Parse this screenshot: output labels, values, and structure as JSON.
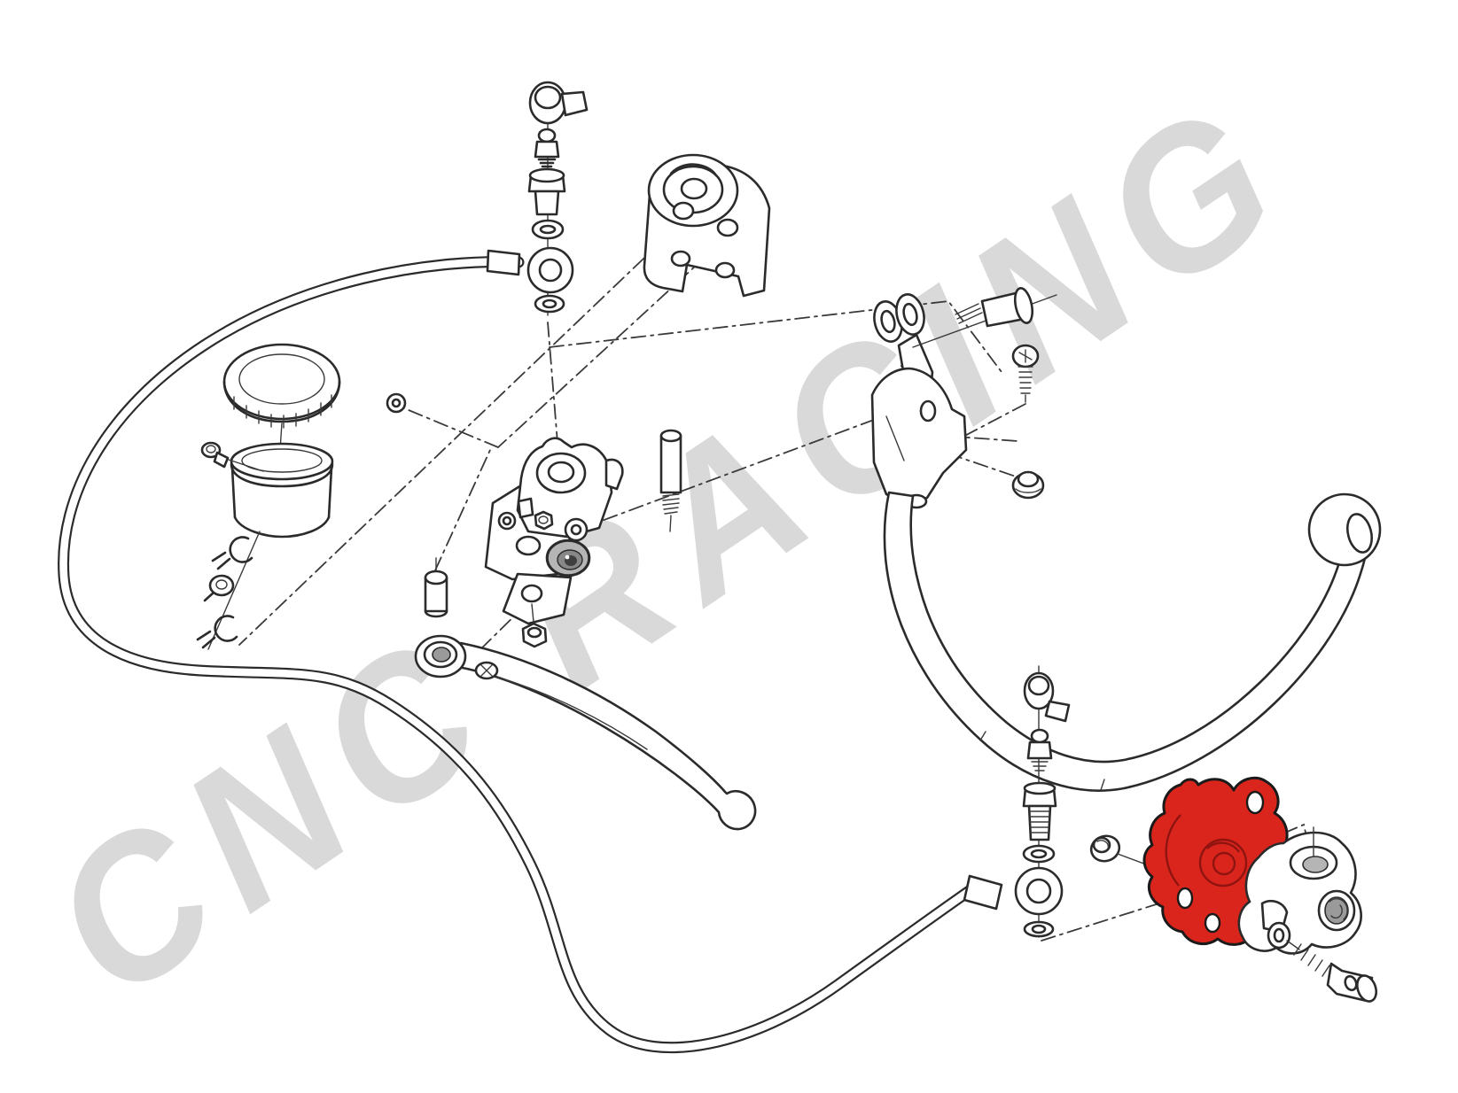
{
  "canvas": {
    "background": "#ffffff",
    "line_color": "#2b2b2b"
  },
  "watermark": {
    "text": "CNC RACING",
    "color": "#d9d9d9",
    "angle_deg": -34
  },
  "highlight": {
    "color": "#da251d",
    "shadow_color": "#8f1410"
  },
  "diagram": {
    "type": "exploded-parts-diagram",
    "subject": "clutch master cylinder, hose and slave cylinder assembly",
    "highlighted_part": "slave-cylinder-cover",
    "parts": [
      "dust-cap",
      "bleeder-valve",
      "banjo-bolt",
      "sealing-washer",
      "banjo-fitting",
      "hydraulic-hose",
      "reservoir-cap",
      "fluid-reservoir",
      "reservoir-screw",
      "hose-clip",
      "hose-fitting",
      "handlebar-clamp",
      "master-cylinder-body",
      "clamp-plate",
      "piston-bore",
      "pivot-stud",
      "bushing",
      "lever-nut",
      "clutch-lever",
      "guard-bracket",
      "washer-stack",
      "shoulder-pin",
      "button-screw",
      "rubber-grommet",
      "lever-guard",
      "lower-dust-cap",
      "lower-bleeder-valve",
      "lower-banjo-bolt",
      "lower-banjo-fitting",
      "retaining-nut",
      "slave-cylinder-cover",
      "slave-cylinder-body",
      "mounting-bolt"
    ]
  }
}
